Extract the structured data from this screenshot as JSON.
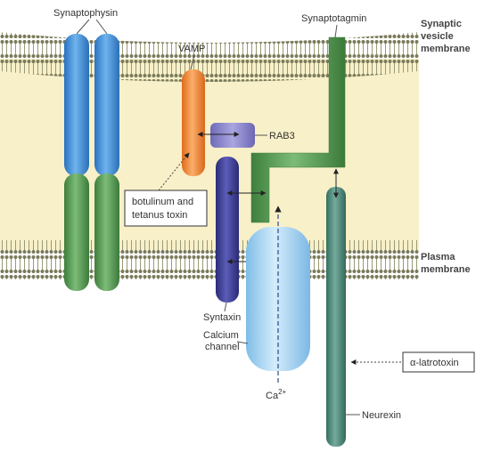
{
  "labels": {
    "synaptophysin": "Synaptophysin",
    "synaptotagmin": "Synaptotagmin",
    "synaptic_vesicle_membrane": [
      "Synaptic",
      "vesicle",
      "membrane"
    ],
    "plasma_membrane": [
      "Plasma",
      "membrane"
    ],
    "vamp": "VAMP",
    "rab3": "RAB3",
    "toxin_box": [
      "botulinum and",
      "tetanus toxin"
    ],
    "syntaxin": "Syntaxin",
    "calcium_channel": [
      "Calcium",
      "channel"
    ],
    "ca_base": "Ca",
    "ca_charge": "2+",
    "latrotoxin": "α-latrotoxin",
    "neurexin": "Neurexin"
  },
  "colors": {
    "membrane_band": "#f7efc4",
    "lipid_head": "#8a8a6a",
    "synaptophysin_blue": "#3f8fd6",
    "synaptophysin_green": "#5a9a57",
    "vamp_orange": "#f28a3a",
    "rab3_purple": "#8b86cf",
    "syntaxin_navy": "#3d3f94",
    "synaptotagmin_green": "#5aa25a",
    "calcium_channel_light": "#a8d4f2",
    "neurexin_teal": "#4f8c7e"
  }
}
